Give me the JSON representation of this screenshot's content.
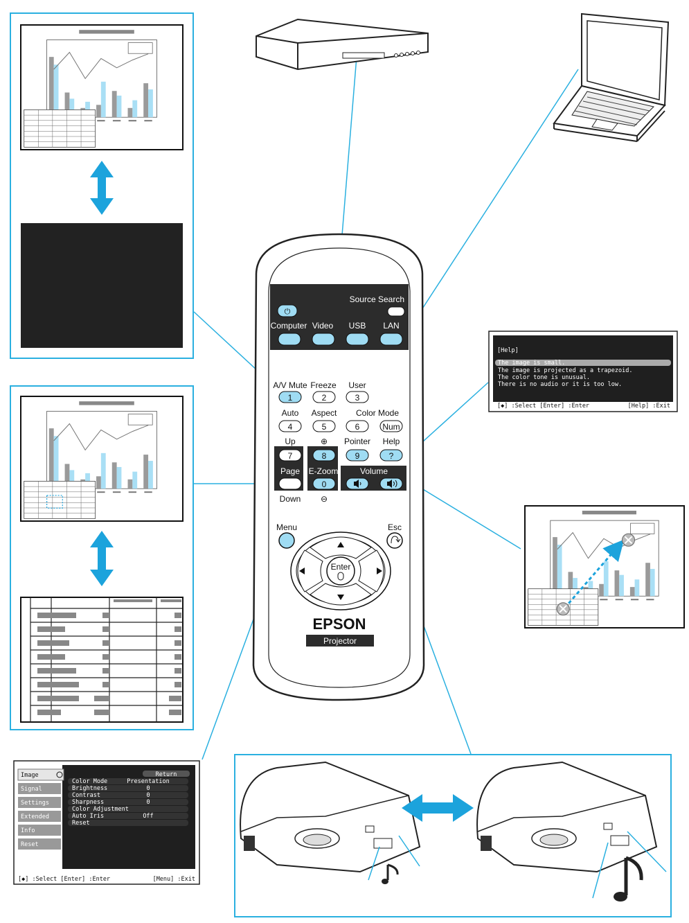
{
  "remote": {
    "brand": "EPSON",
    "subtitle": "Projector",
    "source_search": "Source Search",
    "sources": [
      "Computer",
      "Video",
      "USB",
      "LAN"
    ],
    "row1_labels": [
      "A/V Mute",
      "Freeze",
      "User"
    ],
    "row1_keys": [
      "1",
      "2",
      "3"
    ],
    "row2_labels": [
      "Auto",
      "Aspect",
      "Color Mode"
    ],
    "row2_keys": [
      "4",
      "5",
      "6",
      "Num"
    ],
    "row3_labels": [
      "Up",
      "Pointer",
      "Help"
    ],
    "row3_keys": [
      "7",
      "8",
      "9",
      "?"
    ],
    "page_label": "Page",
    "ezoom_label": "E-Zoom",
    "zero_key": "0",
    "volume_label": "Volume",
    "down_label": "Down",
    "menu_label": "Menu",
    "esc_label": "Esc",
    "enter_label": "Enter",
    "zoom_in_glyph": "⊕",
    "zoom_out_glyph": "⊖",
    "power_glyph": "⏻"
  },
  "help_screen": {
    "title": "[Help]",
    "items": [
      "The image is small.",
      "The image is projected as a trapezoid.",
      "The color tone is unusual.",
      "There is no audio or it is too low."
    ],
    "footer_left": "[◆] :Select  [Enter] :Enter",
    "footer_right": "[Help] :Exit"
  },
  "menu_screen": {
    "tabs": [
      "Image",
      "Signal",
      "Settings",
      "Extended",
      "Info",
      "Reset"
    ],
    "return_label": "Return",
    "rows": [
      {
        "label": "Color Mode",
        "value": "Presentation"
      },
      {
        "label": "Brightness",
        "value": "0"
      },
      {
        "label": "Contrast",
        "value": "0"
      },
      {
        "label": "Sharpness",
        "value": "0"
      },
      {
        "label": "Color Adjustment",
        "value": ""
      },
      {
        "label": "Auto Iris",
        "value": "Off"
      },
      {
        "label": "Reset",
        "value": ""
      }
    ],
    "footer_left": "[◆] :Select  [Enter] :Enter",
    "footer_right": "[Menu] :Exit"
  },
  "colors": {
    "accent": "#2ab0e0",
    "arrow": "#1ca3dc",
    "button_blue": "#9fdcf3",
    "bar_gray": "#9a9a9a",
    "bar_blue": "#a9dff5"
  }
}
